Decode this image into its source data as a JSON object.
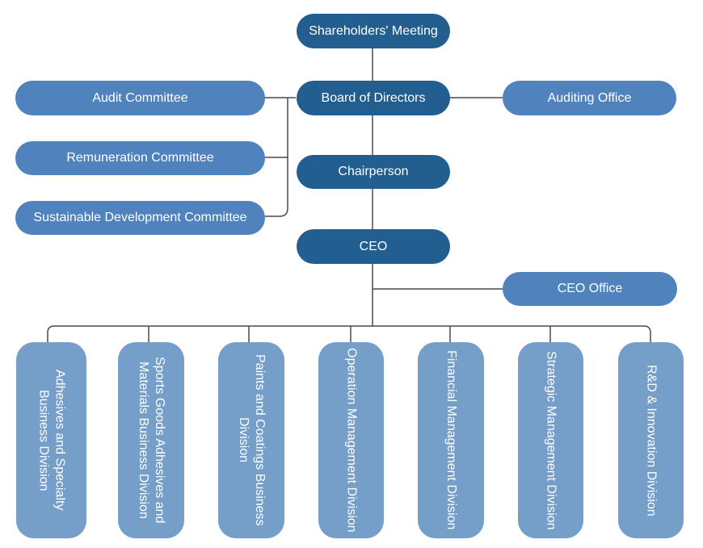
{
  "chart_title": "",
  "colors": {
    "top_management": "#235e91",
    "committees_offices": "#5083bd",
    "divisions": "#759ec9",
    "connector": "#4a4a4a",
    "text": "#ffffff"
  },
  "nodes": {
    "shareholders": "Shareholders' Meeting",
    "board": "Board of Directors",
    "chairperson": "Chairperson",
    "ceo": "CEO",
    "audit_committee": "Audit Committee",
    "remuneration_committee": "Remuneration Committee",
    "sustainable_committee": "Sustainable Development Committee",
    "auditing_office": "Auditing Office",
    "ceo_office": "CEO Office"
  },
  "divisions": [
    "Adhesives and Specialty Business Division",
    "Sports Goods Adhesives and Materials Business Division",
    "Paints and Coatings Business Division",
    "Operation Management Division",
    "Financial Management Division",
    "Strategic Management Division",
    "R&D & Innovation Division"
  ],
  "hierarchy": {
    "Shareholders' Meeting": [
      "Board of Directors"
    ],
    "Board of Directors": [
      "Chairperson",
      "Audit Committee",
      "Remuneration Committee",
      "Sustainable Development Committee",
      "Auditing Office"
    ],
    "Chairperson": [
      "CEO"
    ],
    "CEO": [
      "CEO Office",
      "Adhesives and Specialty Business Division",
      "Sports Goods Adhesives and Materials Business Division",
      "Paints and Coatings Business Division",
      "Operation Management Division",
      "Financial Management Division",
      "Strategic Management Division",
      "R&D & Innovation Division"
    ]
  }
}
